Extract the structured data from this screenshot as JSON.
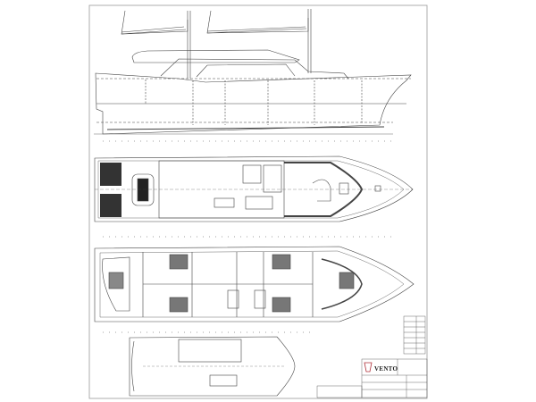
{
  "drawing": {
    "views": [
      "side-profile",
      "main-deck-plan",
      "lower-deck-plan",
      "upper-deck-plan"
    ],
    "title_block": {
      "logo_text": "VENTO"
    },
    "colors": {
      "line": "#333333",
      "background": "#ffffff",
      "logo_accent": "#b0303a"
    }
  }
}
